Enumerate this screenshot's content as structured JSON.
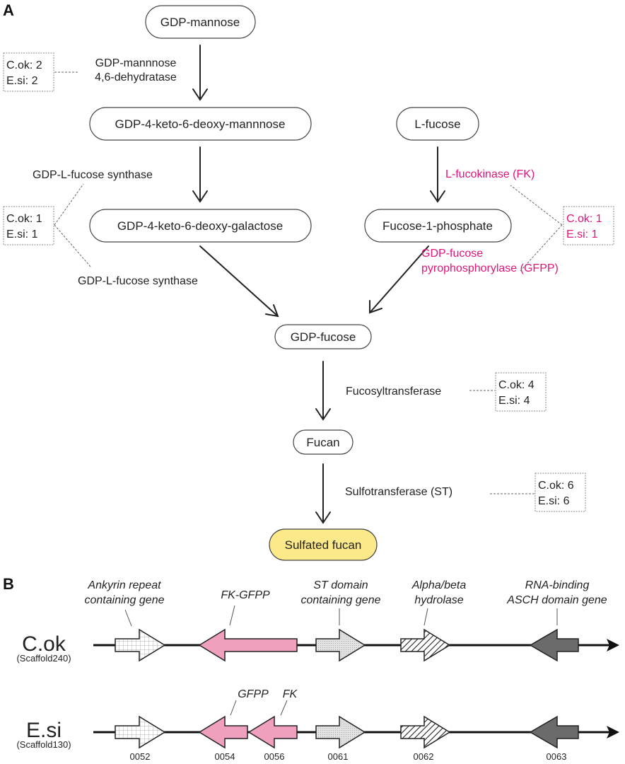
{
  "panels": {
    "a": "A",
    "b": "B"
  },
  "colors": {
    "highlight": "#e0157a",
    "product_fill": "#fbe98a",
    "fk_gfpp_fill": "#f0a0bf",
    "asch_fill": "#6b6b6b",
    "st_fill": "#d6d6d6"
  },
  "pathway": {
    "nodes": {
      "gdp_mannose": "GDP-mannose",
      "keto_mannose": "GDP-4-keto-6-deoxy-mannnose",
      "keto_galactose": "GDP-4-keto-6-deoxy-galactose",
      "l_fucose": "L-fucose",
      "fucose_1p": "Fucose-1-phosphate",
      "gdp_fucose": "GDP-fucose",
      "fucan": "Fucan",
      "sulfated_fucan": "Sulfated fucan"
    },
    "enzymes": {
      "gmd_line1": "GDP-mannnose",
      "gmd_line2": "4,6-dehydratase",
      "gfs1": "GDP-L-fucose synthase",
      "gfs2": "GDP-L-fucose synthase",
      "fk": "L-fucokinase (FK)",
      "gfpp_line1": "GDP-fucose",
      "gfpp_line2": "pyrophosphorylase (GFPP)",
      "fut": "Fucosyltransferase",
      "st": "Sulfotransferase (ST)"
    },
    "counts": {
      "gmd": {
        "cok": "C.ok: 2",
        "esi": "E.si: 2"
      },
      "gfs": {
        "cok": "C.ok: 1",
        "esi": "E.si: 1"
      },
      "fk_gfpp": {
        "cok": "C.ok: 1",
        "esi": "E.si: 1"
      },
      "fut": {
        "cok": "C.ok: 4",
        "esi": "E.si: 4"
      },
      "st": {
        "cok": "C.ok: 6",
        "esi": "E.si: 6"
      }
    }
  },
  "gene_cluster": {
    "labels": {
      "ankyrin_1": "Ankyrin repeat",
      "ankyrin_2": "containing gene",
      "fk_gfpp": "FK-GFPP",
      "st_1": "ST domain",
      "st_2": "containing gene",
      "ab_1": "Alpha/beta",
      "ab_2": "hydrolase",
      "rna_1": "RNA-binding",
      "rna_2": "ASCH domain gene",
      "gfpp": "GFPP",
      "fk": "FK"
    },
    "tracks": [
      {
        "species": "C.ok",
        "scaffold": "(Scaffold240)"
      },
      {
        "species": "E.si",
        "scaffold": "(Scaffold130)"
      }
    ],
    "loci": [
      "0052",
      "0054",
      "0056",
      "0061",
      "0062",
      "0063"
    ]
  }
}
